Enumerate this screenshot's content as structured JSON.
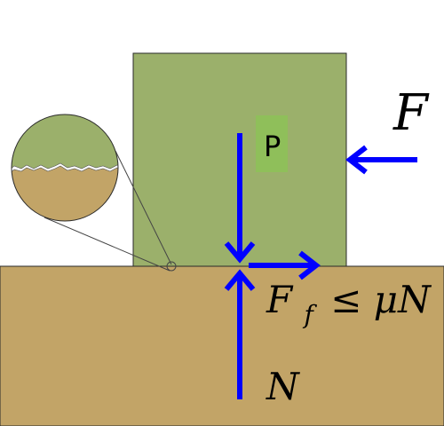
{
  "colors": {
    "background": "#ffffff",
    "ground_fill": "#c2a467",
    "block_fill": "#9bb06b",
    "label_box_fill": "#8fbf5a",
    "arrow_color": "#0000ff",
    "outline": "#2a2a2a"
  },
  "labels": {
    "block_weight": "P",
    "applied_force": "F",
    "friction_main": "F",
    "friction_sub": "f",
    "friction_rest": "≤ μN",
    "normal_force": "N"
  },
  "icons": {
    "applied_force_arrow": "arrow-left-icon",
    "weight_arrow": "arrow-down-icon",
    "normal_arrow": "arrow-up-icon",
    "friction_arrow": "arrow-right-icon",
    "magnifier": "magnifier-circle-icon"
  }
}
